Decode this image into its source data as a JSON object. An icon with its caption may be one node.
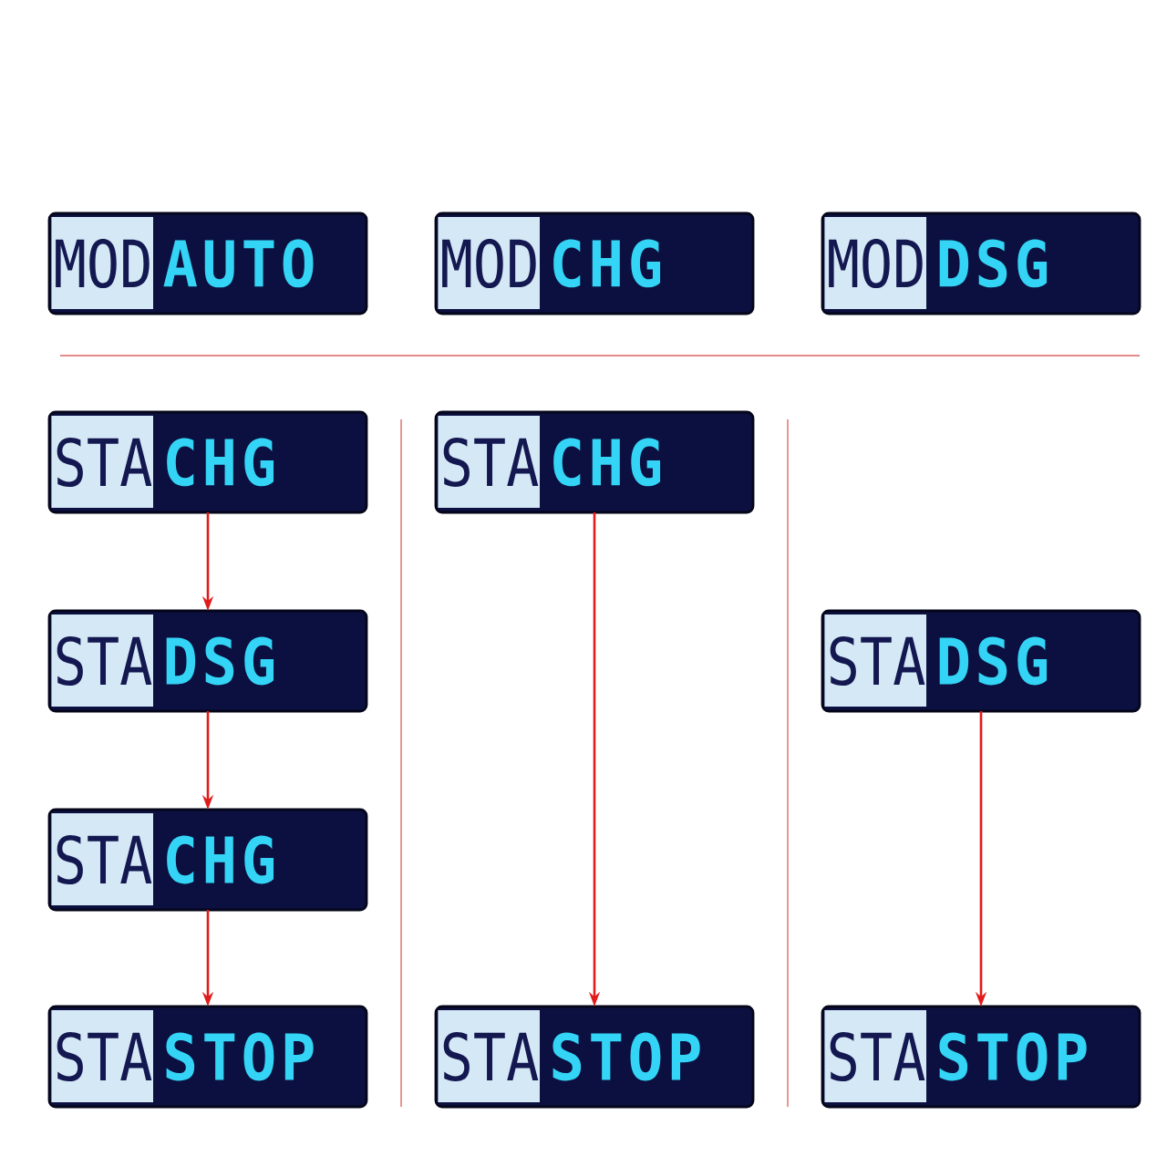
{
  "diagram": {
    "nodes": [
      {
        "text": [
          "MOD",
          "AUTO"
        ]
      },
      {
        "text": [
          "MOD",
          "CHG"
        ]
      },
      {
        "text": [
          "MOD",
          "DSG"
        ]
      },
      {
        "text": [
          "STA",
          "CHG"
        ]
      },
      {
        "text": [
          "STA",
          "CHG"
        ]
      },
      {
        "text": [
          "STA",
          "DSG"
        ]
      },
      {
        "text": [
          "STA",
          "DSG"
        ]
      },
      {
        "text": [
          "STA",
          "CHG"
        ]
      },
      {
        "text": [
          "STA",
          "STOP"
        ]
      },
      {
        "text": [
          "STA",
          "STOP"
        ]
      },
      {
        "text": [
          "STA",
          "STOP"
        ]
      }
    ],
    "edges": [
      {
        "from": 3,
        "to": 5,
        "arrow": "to"
      },
      {
        "from": 5,
        "to": 7,
        "arrow": "to"
      },
      {
        "from": 7,
        "to": 8,
        "arrow": "to"
      },
      {
        "from": 4,
        "to": 9,
        "arrow": "to"
      },
      {
        "from": 6,
        "to": 10,
        "arrow": "to"
      }
    ]
  }
}
